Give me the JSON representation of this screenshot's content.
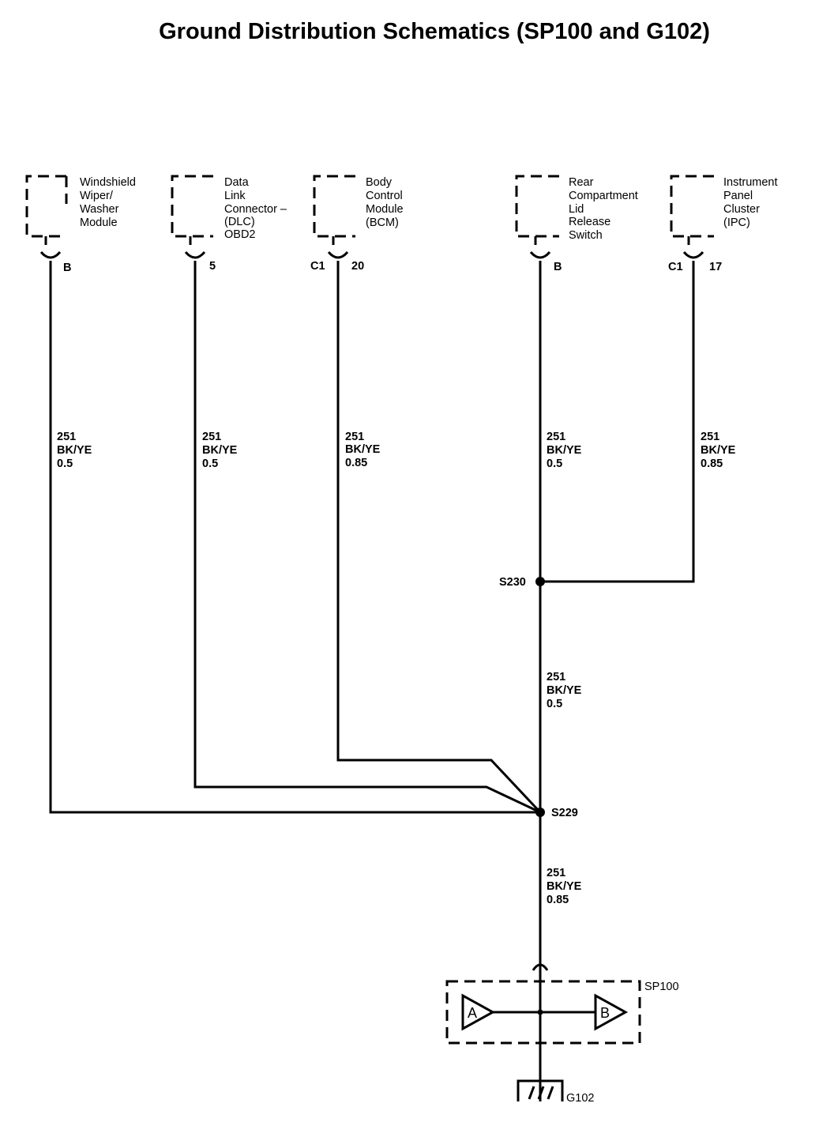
{
  "title": "Ground Distribution Schematics (SP100 and G102)",
  "modules": [
    {
      "lines": [
        "Windshield",
        "Wiper/",
        "Washer",
        "Module"
      ],
      "pin_left": "",
      "pin_right": "B"
    },
    {
      "lines": [
        "Data",
        "Link",
        "Connector –",
        "(DLC)",
        "OBD2"
      ],
      "pin_left": "",
      "pin_right": "5"
    },
    {
      "lines": [
        "Body",
        "Control",
        "Module",
        "(BCM)"
      ],
      "pin_left": "C1",
      "pin_right": "20"
    },
    {
      "lines": [
        "Rear",
        "Compartment",
        "Lid",
        "Release",
        "Switch"
      ],
      "pin_left": "",
      "pin_right": "B"
    },
    {
      "lines": [
        "Instrument",
        "Panel",
        "Cluster",
        "(IPC)"
      ],
      "pin_left": "C1",
      "pin_right": "17"
    }
  ],
  "wire_labels": [
    {
      "circuit": "251",
      "color": "BK/YE",
      "size": "0.5"
    },
    {
      "circuit": "251",
      "color": "BK/YE",
      "size": "0.5"
    },
    {
      "circuit": "251",
      "color": "BK/YE",
      "size": "0.85"
    },
    {
      "circuit": "251",
      "color": "BK/YE",
      "size": "0.5"
    },
    {
      "circuit": "251",
      "color": "BK/YE",
      "size": "0.85"
    },
    {
      "circuit": "251",
      "color": "BK/YE",
      "size": "0.5"
    },
    {
      "circuit": "251",
      "color": "BK/YE",
      "size": "0.85"
    }
  ],
  "splices": {
    "upper": "S230",
    "lower": "S229"
  },
  "splice_pack": {
    "name": "SP100",
    "in": "A",
    "out": "B"
  },
  "ground": "G102"
}
